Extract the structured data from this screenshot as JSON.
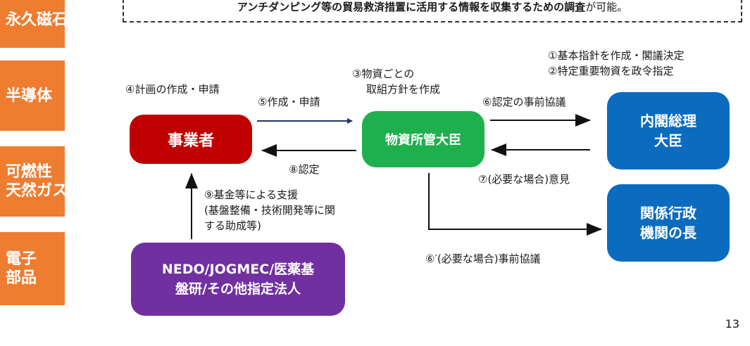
{
  "side_tiles": [
    [
      "永久磁石"
    ],
    [
      "半導体"
    ],
    [
      "可燃性",
      "天然ガス"
    ],
    [
      "電子",
      "部品"
    ]
  ],
  "note": {
    "bold_text": "アンチダンピング等の貿易救済措置に活用する情報を収集するための調査",
    "normal_text": "が可能。"
  },
  "boxes": {
    "business": [
      "事業者"
    ],
    "minister": [
      "物資所管大臣"
    ],
    "prime_minister": [
      "内閣総理",
      "大臣"
    ],
    "agency_heads": [
      "関係行政",
      "機関の長"
    ],
    "support_orgs": [
      "NEDO/JOGMEC/医薬基",
      "盤研/その他指定法人"
    ]
  },
  "labels": {
    "step1_2": [
      "①基本指針を作成・閣議決定",
      "②特定重要物資を政令指定"
    ],
    "step3": [
      "③物資ごとの",
      "取組方針を作成"
    ],
    "step4": [
      "④計画の作成・申請"
    ],
    "step5": [
      "⑤作成・申請"
    ],
    "step6": [
      "⑥認定の事前協議"
    ],
    "step6b": [
      "⑥′(必要な場合)事前協議"
    ],
    "step7": [
      "⑦(必要な場合)意見"
    ],
    "step8": [
      "⑧認定"
    ],
    "step9": [
      "⑨基金等による支援",
      "(基盤整備・技術開発等に関",
      "する助成等)"
    ]
  },
  "page_number": "13",
  "colors": {
    "side_tile": "#ee7d31",
    "business": "#c00000",
    "minister": "#1fb04e",
    "government": "#0b6cbf",
    "support_orgs": "#7030a0",
    "arrow_navy": "#1f3864",
    "arrow_black": "#111111"
  }
}
